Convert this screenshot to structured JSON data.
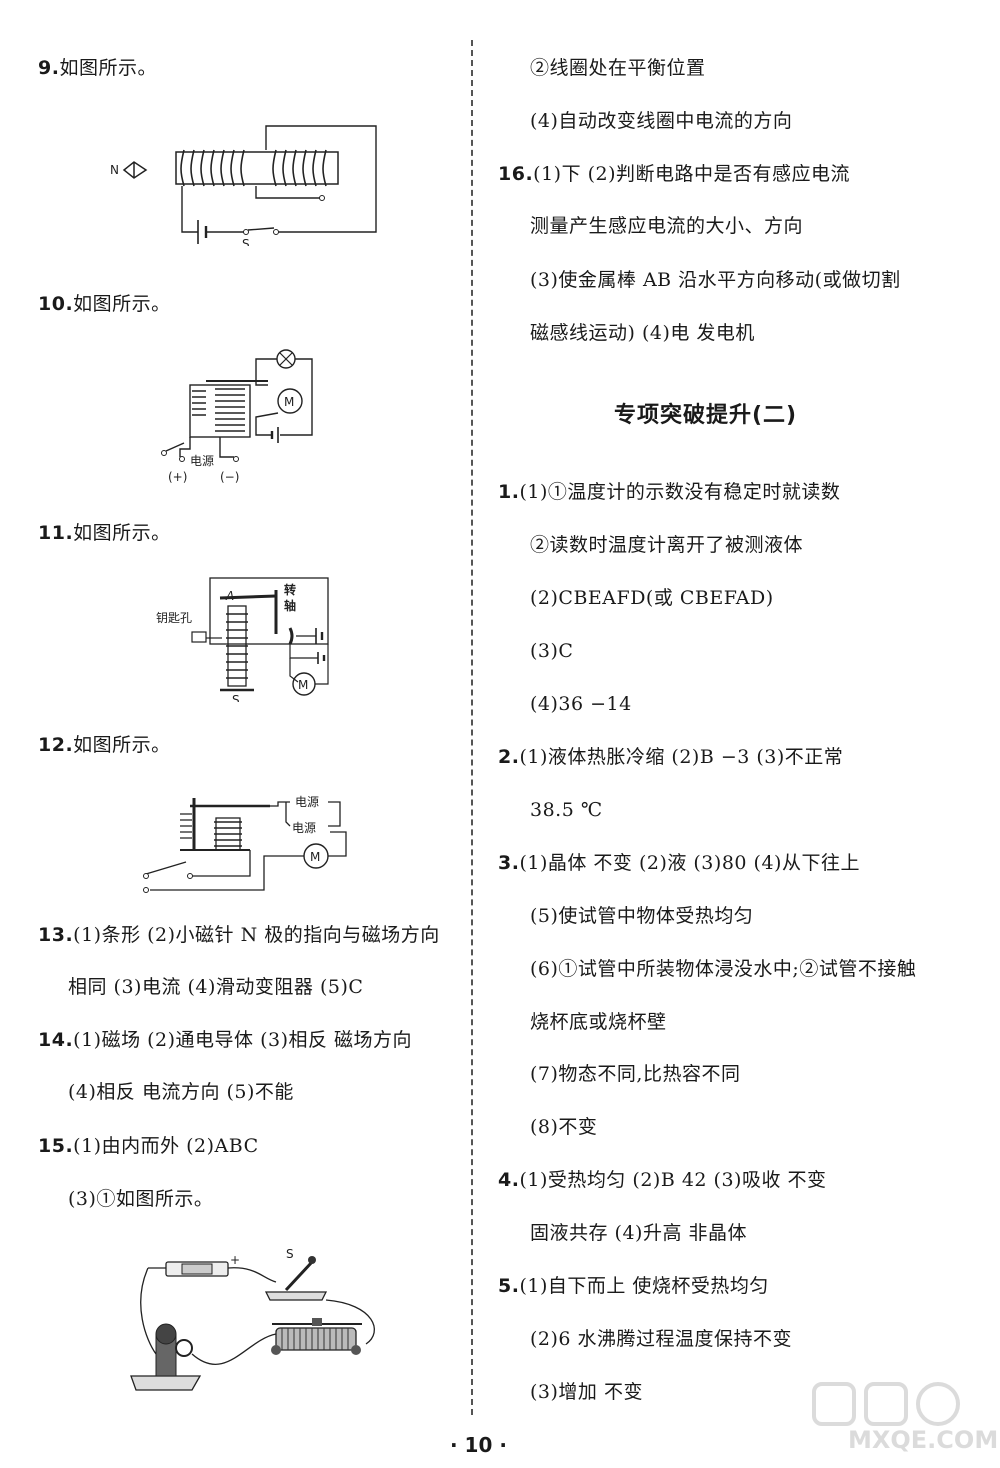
{
  "left": {
    "q9": {
      "num": "9.",
      "text": "如图所示。",
      "fig_labels": {
        "n": "N",
        "s": "S"
      }
    },
    "q10": {
      "num": "10.",
      "text": "如图所示。",
      "fig_labels": {
        "plus": "(+)",
        "power": "电源",
        "minus": "(−)",
        "motor": "M"
      }
    },
    "q11": {
      "num": "11.",
      "text": "如图所示。",
      "fig_labels": {
        "keyhole": "钥匙孔",
        "a": "A",
        "axis1": "转",
        "axis2": "轴",
        "s": "S",
        "motor": "M"
      }
    },
    "q12": {
      "num": "12.",
      "text": "如图所示。",
      "fig_labels": {
        "power1": "电源",
        "power2": "电源",
        "motor": "M"
      }
    },
    "q13": {
      "num": "13.",
      "line1": "(1)条形  (2)小磁针 N 极的指向与磁场方向",
      "line2": "相同  (3)电流  (4)滑动变阻器  (5)C"
    },
    "q14": {
      "num": "14.",
      "line1": "(1)磁场  (2)通电导体  (3)相反  磁场方向",
      "line2": "(4)相反  电流方向  (5)不能"
    },
    "q15": {
      "num": "15.",
      "line1": "(1)由内而外  (2)ABC",
      "line2": "(3)①如图所示。",
      "fig_labels": {
        "s": "S",
        "plus": "+"
      }
    }
  },
  "right": {
    "r1": "②线圈处在平衡位置",
    "r2": "(4)自动改变线圈中电流的方向",
    "q16": {
      "num": "16.",
      "line1": "(1)下  (2)判断电路中是否有感应电流",
      "line2": "测量产生感应电流的大小、方向",
      "line3": "(3)使金属棒 AB 沿水平方向移动(或做切割",
      "line4": "磁感线运动)  (4)电  发电机"
    },
    "section_title": "专项突破提升(二)",
    "p1": {
      "num": "1.",
      "line1": "(1)①温度计的示数没有稳定时就读数",
      "line2": "②读数时温度计离开了被测液体",
      "line3": "(2)CBEAFD(或 CBEFAD)",
      "line4": "(3)C",
      "line5": "(4)36  −14"
    },
    "p2": {
      "num": "2.",
      "line1": "(1)液体热胀冷缩  (2)B  −3  (3)不正常",
      "line2": "38.5 ℃"
    },
    "p3": {
      "num": "3.",
      "line1": "(1)晶体  不变  (2)液  (3)80  (4)从下往上",
      "line2": "(5)使试管中物体受热均匀",
      "line3": "(6)①试管中所装物体浸没水中;②试管不接触",
      "line4": "烧杯底或烧杯壁",
      "line5": "(7)物态不同,比热容不同",
      "line6": "(8)不变"
    },
    "p4": {
      "num": "4.",
      "line1": "(1)受热均匀  (2)B  42  (3)吸收  不变",
      "line2": "固液共存  (4)升高  非晶体"
    },
    "p5": {
      "num": "5.",
      "line1": "(1)自下而上  使烧杯受热均匀",
      "line2": "(2)6  水沸腾过程温度保持不变",
      "line3": "(3)增加  不变"
    }
  },
  "footer": {
    "page_number": "· 10 ·"
  },
  "watermark": {
    "text": "MXQE.COM"
  }
}
